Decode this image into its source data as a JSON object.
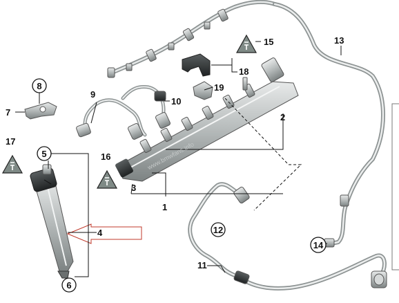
{
  "callouts": {
    "c1": "1",
    "c2": "2",
    "c3": "3",
    "c4": "4",
    "c5": "5",
    "c6": "6",
    "c7": "7",
    "c8": "8",
    "c9": "9",
    "c10": "10",
    "c11": "11",
    "c12": "12",
    "c13": "13",
    "c14": "14",
    "c15": "15",
    "c16": "16",
    "c17": "17",
    "c18": "18",
    "c19": "19"
  },
  "watermark": "www.bmwfans.info",
  "colors": {
    "arrow": "#c0392b",
    "warning_fill": "#7f8a86",
    "part": "#9aa0a0"
  },
  "icons": [
    "electrical-warning-icon"
  ]
}
